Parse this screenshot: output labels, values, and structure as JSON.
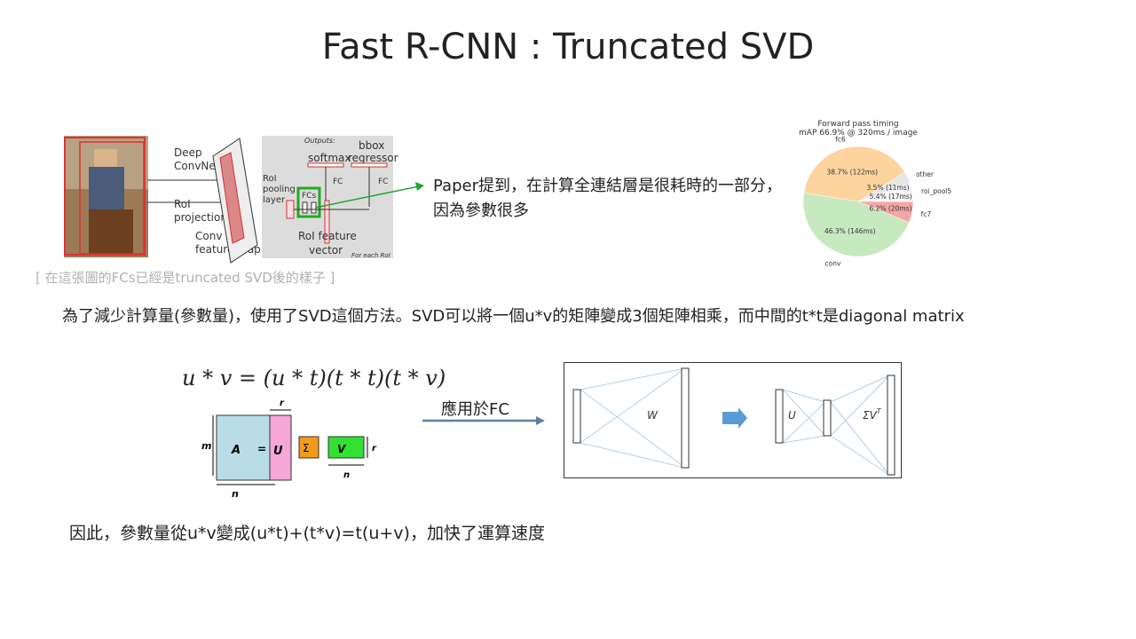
{
  "title": "Fast R-CNN : Truncated SVD",
  "diagram": {
    "deep_convnet": "Deep\nConvNet",
    "roi_projection": "RoI\nprojection",
    "conv_feature_map": "Conv\nfeature map",
    "roi_pooling_layer": "RoI\npooling\nlayer",
    "fcs": "FCs",
    "roi_feature_vector": "RoI feature\nvector",
    "outputs": "Outputs:",
    "softmax": "softmax",
    "bbox_regressor": "bbox\nregressor",
    "fc": "FC",
    "for_each_roi": "For each RoI"
  },
  "caption": "[ 在這張圖的FCs已經是truncated  SVD後的樣子 ]",
  "note": "Paper提到，在計算全連結層是很耗時的一部分，因為參數很多",
  "pie": {
    "title": "Forward pass timing",
    "subtitle": "mAP 66.9% @ 320ms / image",
    "slices": [
      {
        "name": "fc6",
        "label": "38.7% (122ms)",
        "value": 38.7,
        "color": "#fdd49e"
      },
      {
        "name": "other",
        "label": "3.5% (11ms)",
        "value": 3.5,
        "color": "#e6e6e6"
      },
      {
        "name": "roi_pool5",
        "label": "5.4% (17ms)",
        "value": 5.4,
        "color": "#f5f5f5"
      },
      {
        "name": "fc7",
        "label": "6.2% (20ms)",
        "value": 6.2,
        "color": "#f4a6a6"
      },
      {
        "name": "conv",
        "label": "46.3% (146ms)",
        "value": 46.3,
        "color": "#c7e9c0"
      }
    ]
  },
  "para1": "為了減少計算量(參數量)，使用了SVD這個方法。SVD可以將一個u*v的矩陣變成3個矩陣相乘，而中間的t*t是diagonal matrix",
  "formula": "u * v = (u * t)(t * t)(t * v)",
  "matrix": {
    "a": "A",
    "eq": "=",
    "u": "U",
    "sigma": "Σ",
    "v": "V",
    "sub_r": "r",
    "sup_t": "T",
    "m": "m",
    "n": "n",
    "r": "r"
  },
  "fc_label": "應用於FC",
  "network": {
    "w": "W",
    "u": "U",
    "sv": "ΣV",
    "sup_t": "T"
  },
  "para2": "因此，參數量從u*v變成(u*t)+(t*v)=t(u+v)，加快了運算速度"
}
